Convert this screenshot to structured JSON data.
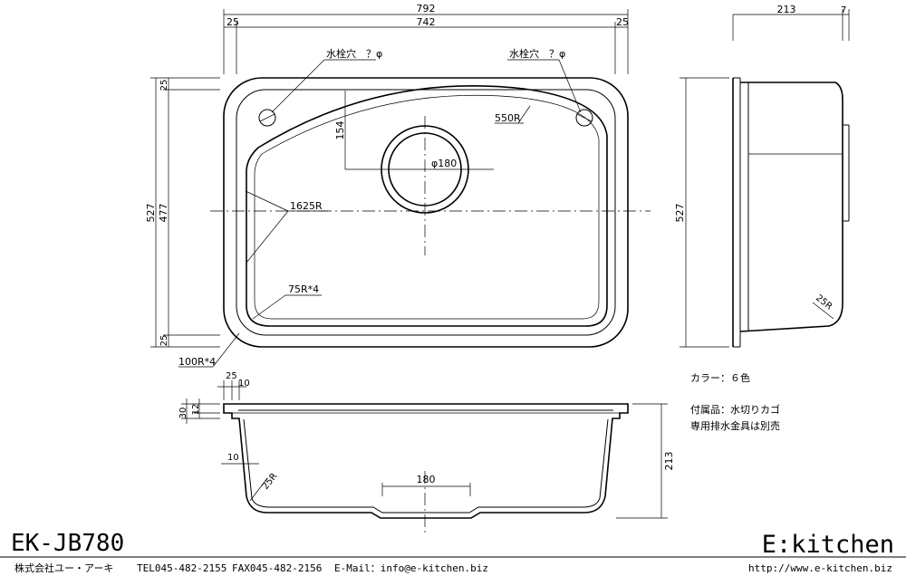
{
  "model": "EK-JB780",
  "brand": "E:kitchen",
  "footer": {
    "company": "株式会社ユー・アーキ",
    "tel": "TEL045-482-2155",
    "fax": "FAX045-482-2156",
    "email": "E-Mail：info@e-kitchen.biz",
    "url": "http://www.e-kitchen.biz"
  },
  "notes": {
    "color": "カラー：６色",
    "accessory": "付属品：水切りカゴ",
    "fitting": "専用排水金具は別売"
  },
  "plan_view": {
    "dim_overall_width": "792",
    "dim_inner_width": "742",
    "dim_left_rim": "25",
    "dim_right_rim": "25",
    "dim_overall_depth": "527",
    "dim_inner_depth": "477",
    "dim_top_rim": "25",
    "dim_bottom_rim": "25",
    "faucet_hole_left": "水栓穴　？φ",
    "faucet_hole_right": "水栓穴　？φ",
    "dim_drain_offset": "154",
    "drain_diameter": "φ180",
    "radius_back": "550R",
    "radius_side": "1625R",
    "radius_inner_corner": "75R*4",
    "radius_outer_corner": "100R*4"
  },
  "side_view": {
    "dim_height": "213",
    "dim_flange": "7",
    "dim_depth": "527",
    "radius_bottom": "25R"
  },
  "section_view": {
    "dim_rim": "25",
    "dim_lip": "10",
    "dim_flange_height": "30",
    "dim_flange_thickness": "12",
    "dim_wall": "10",
    "radius_bottom": "25R",
    "dim_drain_width": "180",
    "dim_height": "213"
  }
}
